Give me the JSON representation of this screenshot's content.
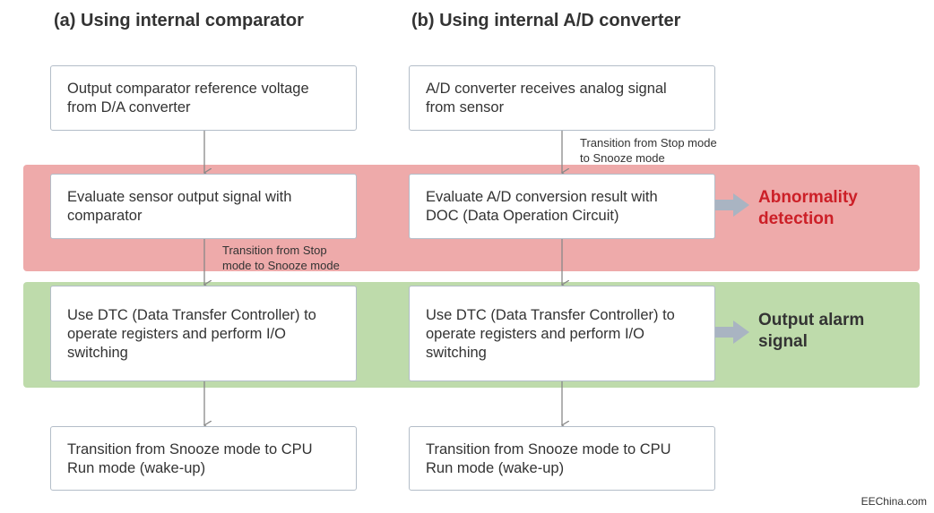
{
  "column_a": {
    "title": "(a) Using internal comparator",
    "steps": [
      [
        "Output comparator reference voltage",
        "from D/A converter"
      ],
      [
        "Evaluate sensor output signal with",
        "comparator"
      ],
      [
        "Use DTC (Data Transfer Controller) to",
        "operate registers and perform I/O",
        "switching"
      ],
      [
        "Transition from Snooze mode to CPU",
        "Run mode (wake-up)"
      ]
    ],
    "note": [
      "Transition from Stop",
      "mode to Snooze mode"
    ]
  },
  "column_b": {
    "title": "(b) Using internal A/D converter",
    "steps": [
      [
        "A/D converter receives analog signal",
        "from sensor"
      ],
      [
        "Evaluate A/D conversion result with",
        "DOC (Data Operation Circuit)"
      ],
      [
        "Use DTC (Data Transfer Controller) to",
        "operate registers and perform I/O",
        "switching"
      ],
      [
        "Transition from Snooze mode to CPU",
        "Run mode (wake-up)"
      ]
    ],
    "note": [
      "Transition from Stop mode",
      "to Snooze mode"
    ]
  },
  "bands": {
    "red": {
      "label": [
        "Abnormality",
        "detection"
      ],
      "color": "#eeaaaa",
      "label_color": "#cc1f27"
    },
    "green": {
      "label": [
        "Output alarm",
        "signal"
      ],
      "color": "#bedbab",
      "label_color": "#333333"
    }
  },
  "watermark": "EEChina.com",
  "colors": {
    "box_border": "#b3bdc8",
    "arrow": "#888888",
    "side_arrow": "#a9b4c2"
  }
}
